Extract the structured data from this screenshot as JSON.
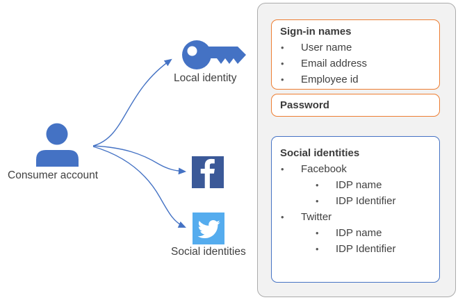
{
  "colors": {
    "accent_blue": "#4472C4",
    "accent_orange": "#ED7D31",
    "facebook_blue": "#3B5998",
    "twitter_blue": "#55ACEE",
    "panel_bg": "#F2F2F2",
    "panel_border": "#ABABAB",
    "text": "#404040"
  },
  "diagram": {
    "consumer_label": "Consumer account",
    "local_identity_label": "Local identity",
    "social_identities_label": "Social identities",
    "icons": {
      "person": "person-icon",
      "key": "key-icon",
      "facebook": "facebook-icon",
      "twitter": "twitter-icon"
    }
  },
  "panel": {
    "signin_box": {
      "title": "Sign-in names",
      "items": [
        "User name",
        "Email address",
        "Employee id"
      ]
    },
    "password_box": {
      "title": "Password"
    },
    "social_box": {
      "title": "Social identities",
      "providers": [
        {
          "name": "Facebook",
          "attributes": [
            "IDP name",
            "IDP Identifier"
          ]
        },
        {
          "name": "Twitter",
          "attributes": [
            "IDP name",
            "IDP Identifier"
          ]
        }
      ]
    }
  }
}
